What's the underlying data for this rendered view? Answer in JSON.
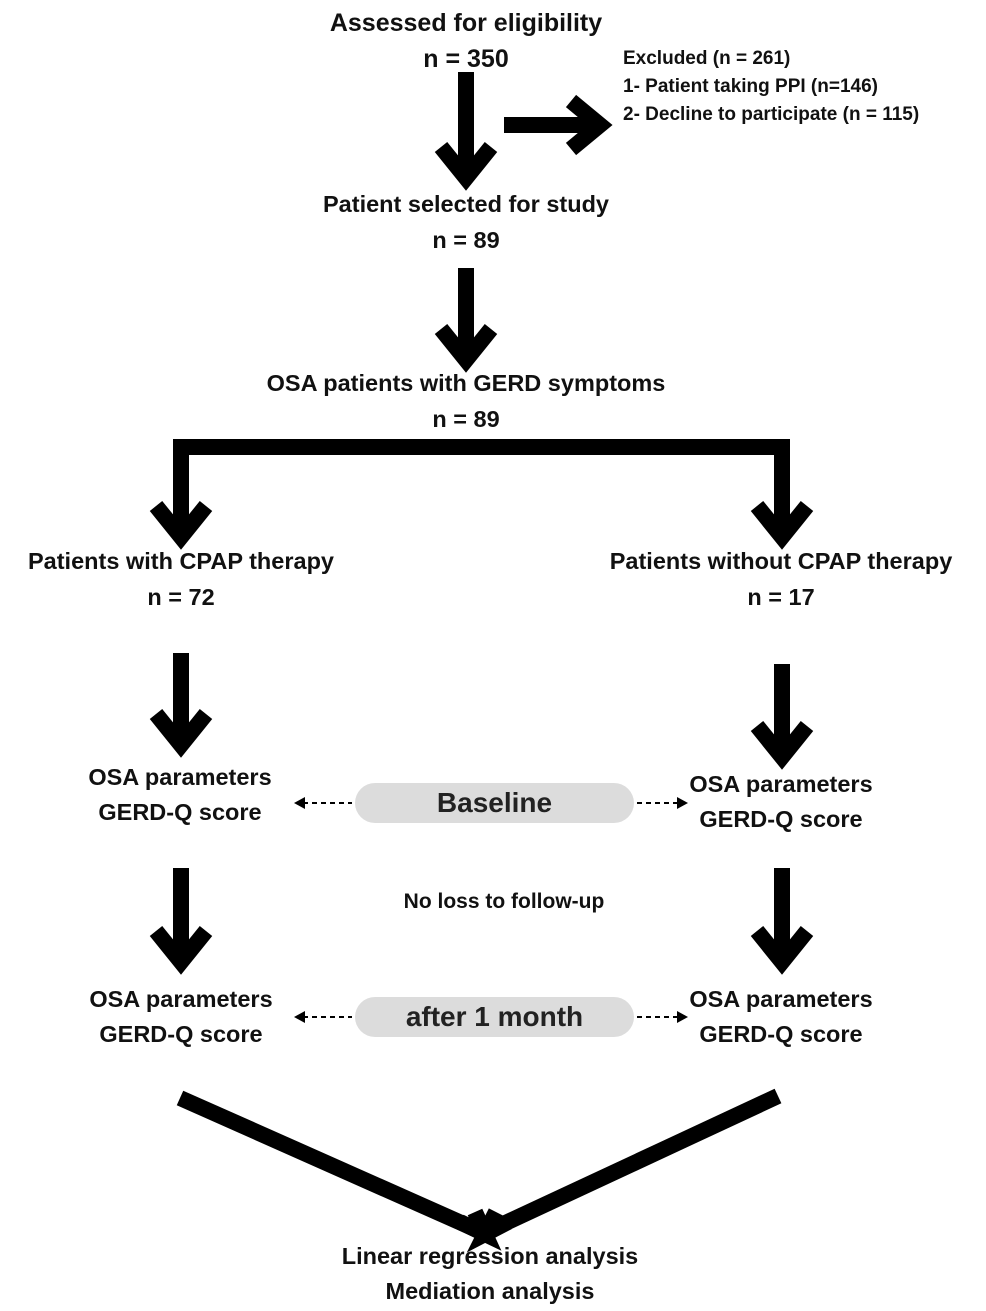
{
  "assessed": {
    "label": "Assessed for eligibility",
    "n": "n = 350"
  },
  "excluded": {
    "title": "Excluded (n = 261)",
    "reasons": [
      "1- Patient taking PPI (n=146)",
      "2- Decline to participate (n = 115)"
    ]
  },
  "selected": {
    "label": "Patient selected for study",
    "n": "n = 89"
  },
  "osa_gerd": {
    "label": "OSA patients with GERD symptoms",
    "n": "n = 89"
  },
  "cpap": {
    "label": "Patients with CPAP therapy",
    "n": "n = 72"
  },
  "no_cpap": {
    "label": "Patients without CPAP therapy",
    "n": "n = 17"
  },
  "measures": {
    "line1": "OSA parameters",
    "line2": "GERD-Q score"
  },
  "baseline": "Baseline",
  "followup_note": "No loss to follow-up",
  "after": "after 1 month",
  "analysis": [
    "Linear regression analysis",
    "Mediation analysis"
  ],
  "colors": {
    "arrow": "#000000",
    "pill_bg": "#dcdcdc"
  }
}
